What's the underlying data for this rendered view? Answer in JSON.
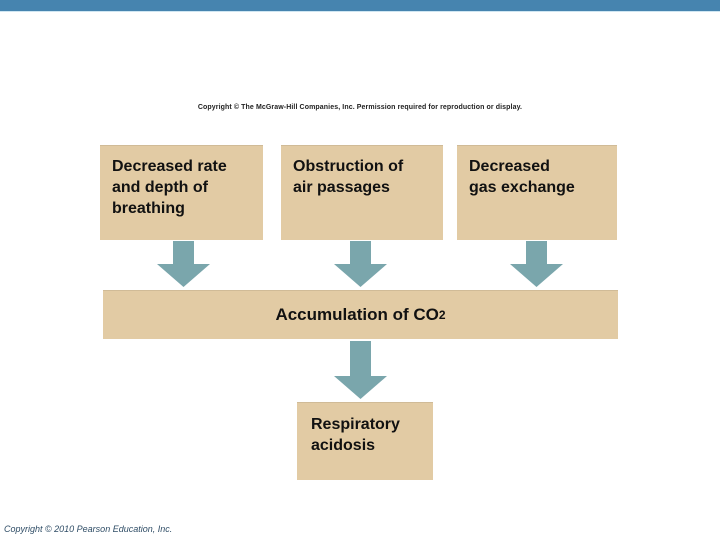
{
  "colors": {
    "top_bar": "#4684AF",
    "box_fill": "#E2CBA4",
    "arrow": "#7AA6AC",
    "box_text": "#111111",
    "footer_text": "#2F4D66"
  },
  "header": {
    "copyright": "Copyright © The McGraw-Hill Companies, Inc. Permission required for reproduction or display."
  },
  "diagram": {
    "causes": [
      {
        "label": "Decreased rate\nand depth of\nbreathing"
      },
      {
        "label": "Obstruction of\nair passages"
      },
      {
        "label": "Decreased\ngas exchange"
      }
    ],
    "accumulation": {
      "text": "Accumulation of CO",
      "subscript": "2"
    },
    "result": {
      "label": "Respiratory\nacidosis"
    }
  },
  "footer": {
    "copyright": "Copyright © 2010 Pearson Education, Inc."
  }
}
